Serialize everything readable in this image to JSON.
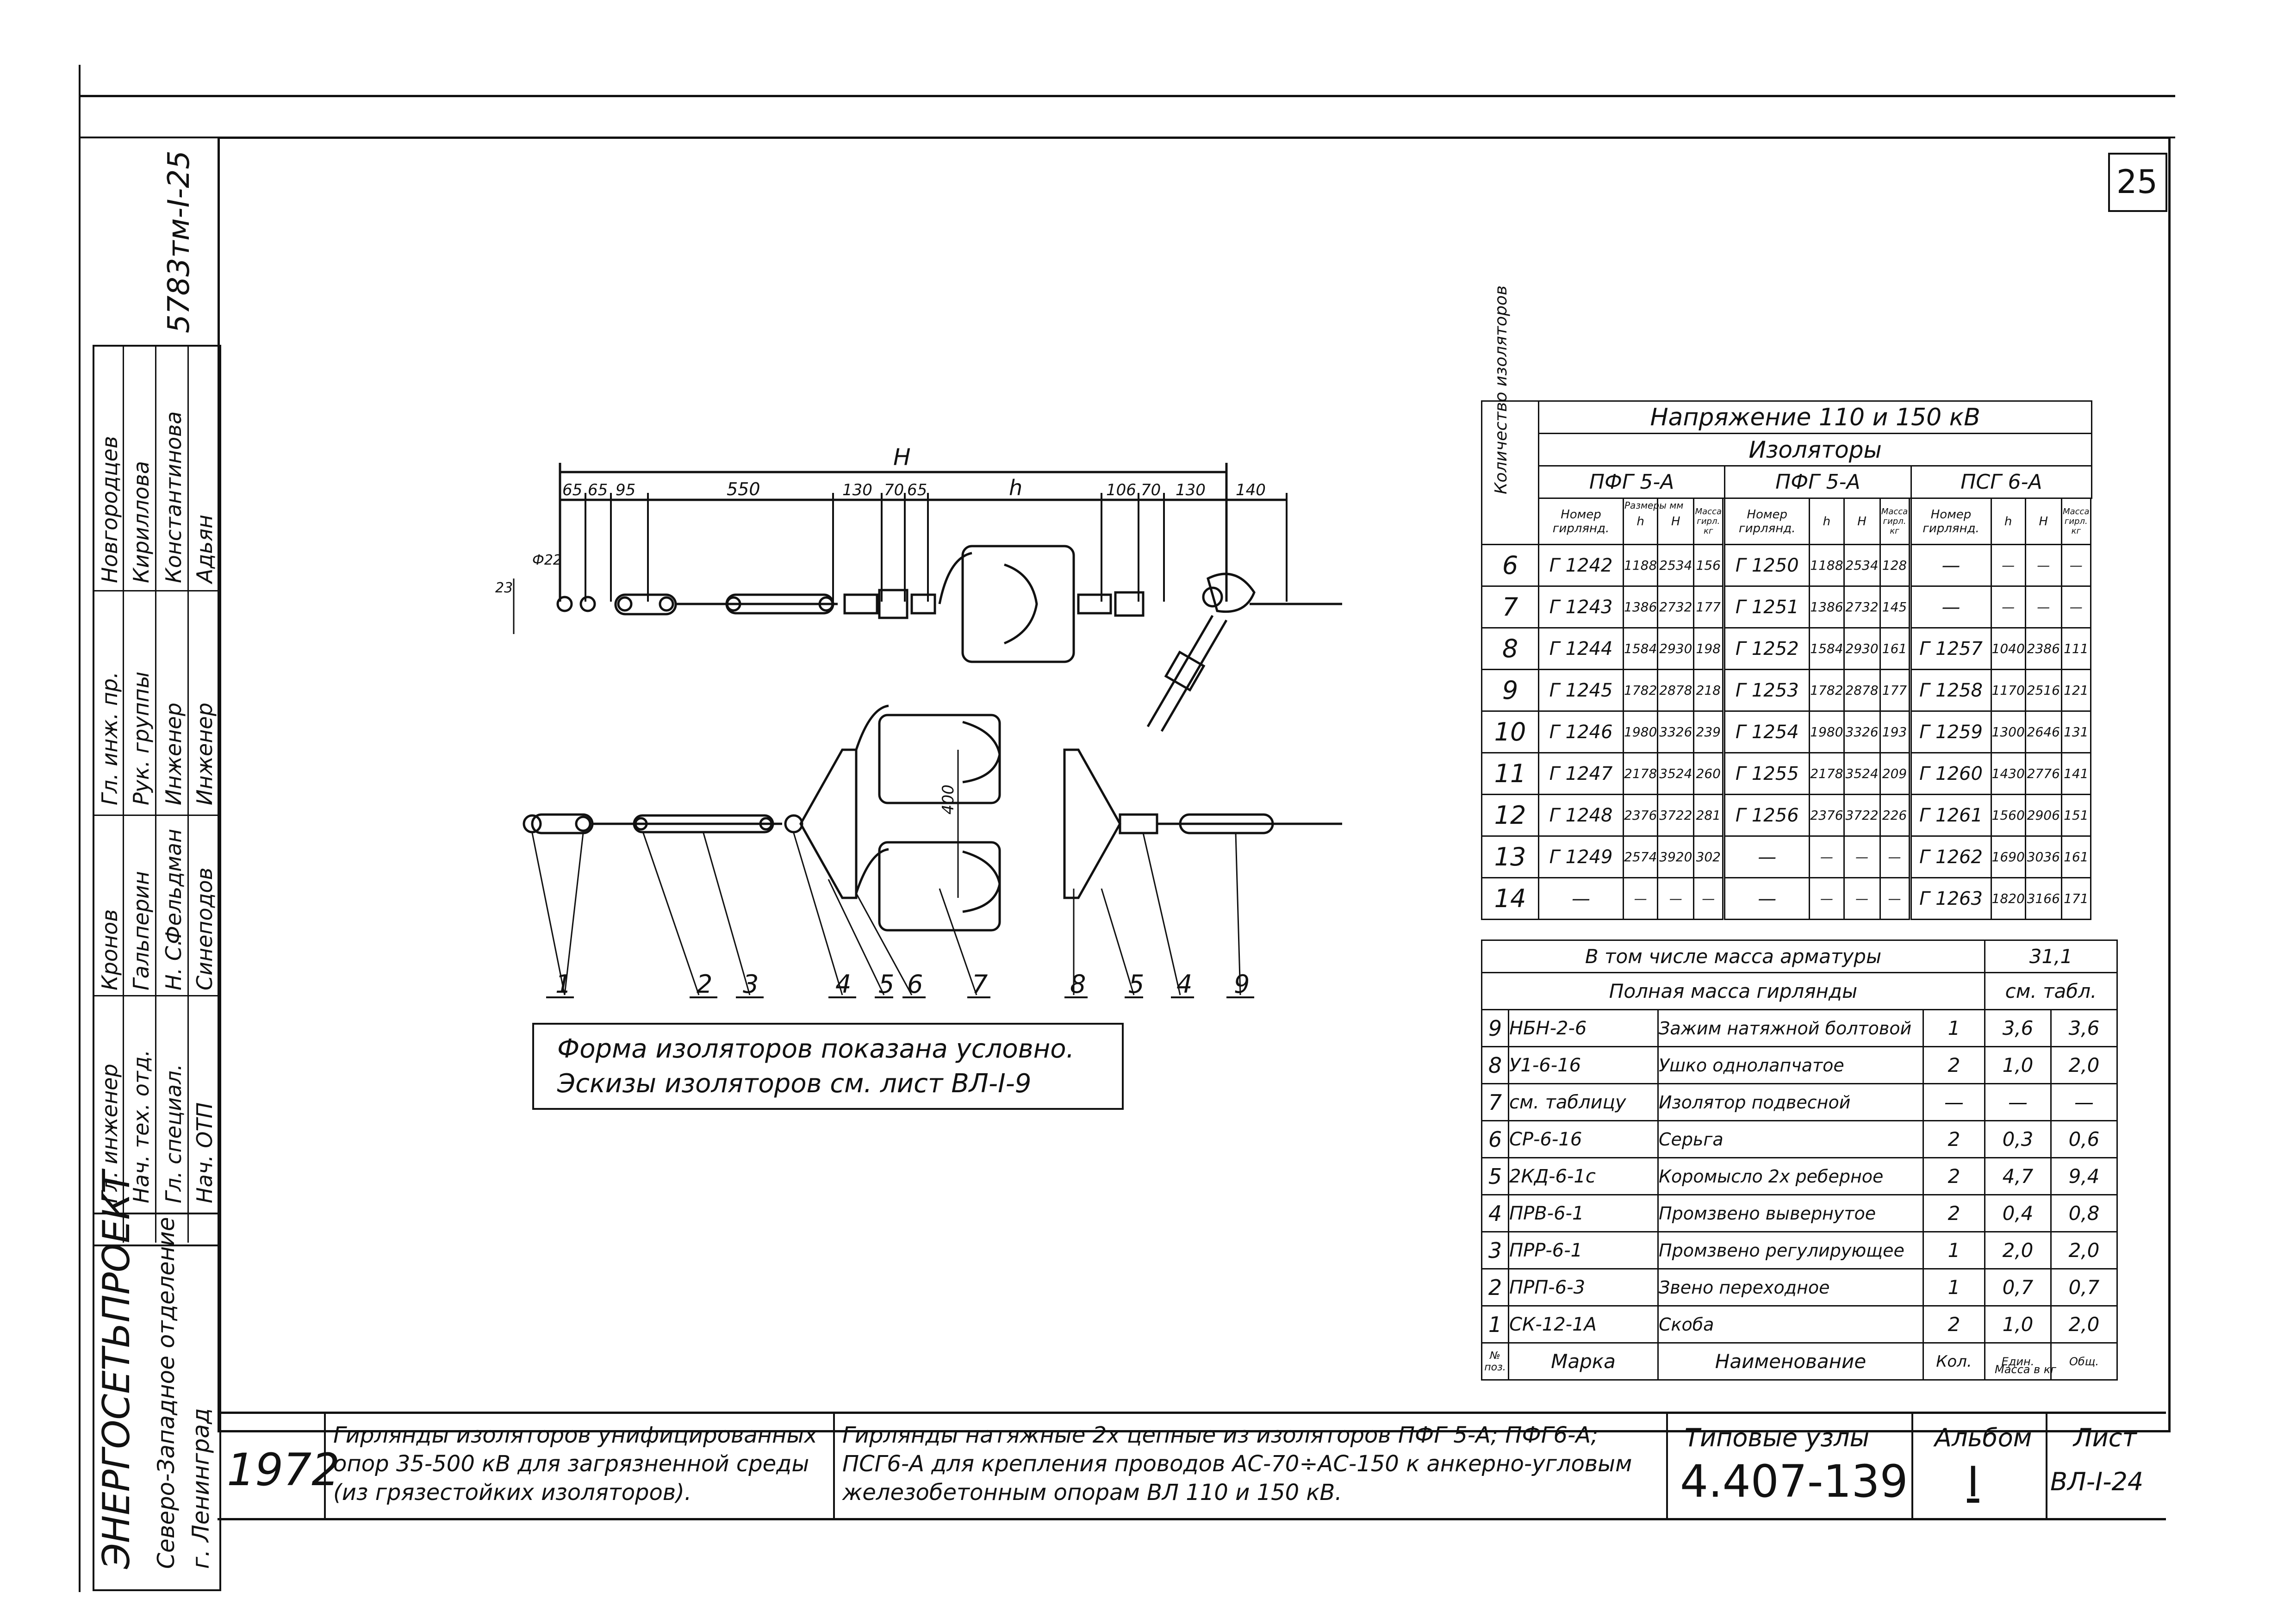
{
  "sheet": {
    "number": "25",
    "archive_code": "5783тм-I-25",
    "year": "1972",
    "org": [
      "ЭНЕРГОСЕТЬПРОЕКТ",
      "Северо-Западное отделение",
      "г. Ленинград"
    ],
    "signatures": {
      "roles": [
        "Гл. инженер",
        "Нач. тех. отд.",
        "Гл. специал.",
        "Нач. ОТП",
        "Гл. инж. пр.",
        "Рук. группы",
        "Инженер",
        "Инженер"
      ],
      "names": [
        "Н. С.",
        "Кронов",
        "Гальперин",
        "Фельдман",
        "Синеподов",
        "Новгородцев",
        "Кириллова",
        "Константинова",
        "Адьян"
      ]
    }
  },
  "drawing": {
    "dim_H": "H",
    "dim_h": "h",
    "dims_top": [
      "65",
      "65",
      "95",
      "550",
      "130",
      "70",
      "65",
      "106",
      "70",
      "130",
      "140"
    ],
    "dim_left": [
      "23",
      "Ф22"
    ],
    "dim_400": "400",
    "callouts": [
      "1",
      "2",
      "3",
      "4",
      "5",
      "6",
      "7",
      "8",
      "5",
      "4",
      "9"
    ],
    "note": [
      "Форма изоляторов показана условно.",
      "Эскизы изоляторов см. лист ВЛ-I-9"
    ]
  },
  "table_top": {
    "header1": "Напряжение 110 и 150 кВ",
    "header2": "Изоляторы",
    "row_header": "Количество изоляторов",
    "groups": [
      "ПФГ 5-А",
      "ПФГ 5-А",
      "ПСГ 6-А"
    ],
    "subcols": {
      "number": "Номер гирлянд.",
      "sizes": "Размеры мм",
      "h": "h",
      "H": "H",
      "mass": "Масса гирл. кг"
    },
    "rows": [
      {
        "n": "6",
        "g1": [
          "Г 1242",
          "1188",
          "2534",
          "156"
        ],
        "g2": [
          "Г 1250",
          "1188",
          "2534",
          "128"
        ],
        "g3": [
          "—",
          "—",
          "—",
          "—"
        ]
      },
      {
        "n": "7",
        "g1": [
          "Г 1243",
          "1386",
          "2732",
          "177"
        ],
        "g2": [
          "Г 1251",
          "1386",
          "2732",
          "145"
        ],
        "g3": [
          "—",
          "—",
          "—",
          "—"
        ]
      },
      {
        "n": "8",
        "g1": [
          "Г 1244",
          "1584",
          "2930",
          "198"
        ],
        "g2": [
          "Г 1252",
          "1584",
          "2930",
          "161"
        ],
        "g3": [
          "Г 1257",
          "1040",
          "2386",
          "111"
        ]
      },
      {
        "n": "9",
        "g1": [
          "Г 1245",
          "1782",
          "2878",
          "218"
        ],
        "g2": [
          "Г 1253",
          "1782",
          "2878",
          "177"
        ],
        "g3": [
          "Г 1258",
          "1170",
          "2516",
          "121"
        ]
      },
      {
        "n": "10",
        "g1": [
          "Г 1246",
          "1980",
          "3326",
          "239"
        ],
        "g2": [
          "Г 1254",
          "1980",
          "3326",
          "193"
        ],
        "g3": [
          "Г 1259",
          "1300",
          "2646",
          "131"
        ]
      },
      {
        "n": "11",
        "g1": [
          "Г 1247",
          "2178",
          "3524",
          "260"
        ],
        "g2": [
          "Г 1255",
          "2178",
          "3524",
          "209"
        ],
        "g3": [
          "Г 1260",
          "1430",
          "2776",
          "141"
        ]
      },
      {
        "n": "12",
        "g1": [
          "Г 1248",
          "2376",
          "3722",
          "281"
        ],
        "g2": [
          "Г 1256",
          "2376",
          "3722",
          "226"
        ],
        "g3": [
          "Г 1261",
          "1560",
          "2906",
          "151"
        ]
      },
      {
        "n": "13",
        "g1": [
          "Г 1249",
          "2574",
          "3920",
          "302"
        ],
        "g2": [
          "—",
          "—",
          "—",
          "—"
        ],
        "g3": [
          "Г 1262",
          "1690",
          "3036",
          "161"
        ]
      },
      {
        "n": "14",
        "g1": [
          "—",
          "—",
          "—",
          "—"
        ],
        "g2": [
          "—",
          "—",
          "—",
          "—"
        ],
        "g3": [
          "Г 1263",
          "1820",
          "3166",
          "171"
        ]
      }
    ]
  },
  "table_spec": {
    "armature_label": "В том числе масса арматуры",
    "armature_value": "31,1",
    "total_label": "Полная масса гирлянды",
    "total_value": "см. табл.",
    "rows": [
      {
        "pos": "9",
        "mark": "НБН-2-6",
        "name": "Зажим натяжной болтовой",
        "qty": "1",
        "unit": "3,6",
        "total": "3,6"
      },
      {
        "pos": "8",
        "mark": "У1-6-16",
        "name": "Ушко однолапчатое",
        "qty": "2",
        "unit": "1,0",
        "total": "2,0"
      },
      {
        "pos": "7",
        "mark": "см. таблицу",
        "name": "Изолятор подвесной",
        "qty": "—",
        "unit": "—",
        "total": "—"
      },
      {
        "pos": "6",
        "mark": "СР-6-16",
        "name": "Серьга",
        "qty": "2",
        "unit": "0,3",
        "total": "0,6"
      },
      {
        "pos": "5",
        "mark": "2КД-6-1с",
        "name": "Коромысло 2х реберное",
        "qty": "2",
        "unit": "4,7",
        "total": "9,4"
      },
      {
        "pos": "4",
        "mark": "ПРВ-6-1",
        "name": "Промзвено вывернутое",
        "qty": "2",
        "unit": "0,4",
        "total": "0,8"
      },
      {
        "pos": "3",
        "mark": "ПРР-6-1",
        "name": "Промзвено регулирующее",
        "qty": "1",
        "unit": "2,0",
        "total": "2,0"
      },
      {
        "pos": "2",
        "mark": "ПРП-6-3",
        "name": "Звено переходное",
        "qty": "1",
        "unit": "0,7",
        "total": "0,7"
      },
      {
        "pos": "1",
        "mark": "СК-12-1А",
        "name": "Скоба",
        "qty": "2",
        "unit": "1,0",
        "total": "2,0"
      }
    ],
    "footer": {
      "pos": "№ поз.",
      "mark": "Марка",
      "name": "Наименование",
      "qty": "Кол.",
      "unit": "Един.",
      "total": "Общ.",
      "mass": "Масса в кг"
    }
  },
  "title_block": {
    "desc1": "Гирлянды изоляторов унифицированных опор 35-500 кВ для загрязненной среды (из грязестойких изоляторов).",
    "desc2": "Гирлянды натяжные 2х цепные из изоляторов ПФГ 5-А; ПФГ6-А; ПСГ6-А для крепления проводов АС-70÷АС-150 к анкерно-угловым железобетонным опорам ВЛ 110 и 150 кВ.",
    "series_label": "Типовые узлы",
    "series": "4.407-139",
    "album_label": "Альбом",
    "album": "I",
    "sheet_label": "Лист",
    "sheet": "ВЛ-I-24"
  }
}
